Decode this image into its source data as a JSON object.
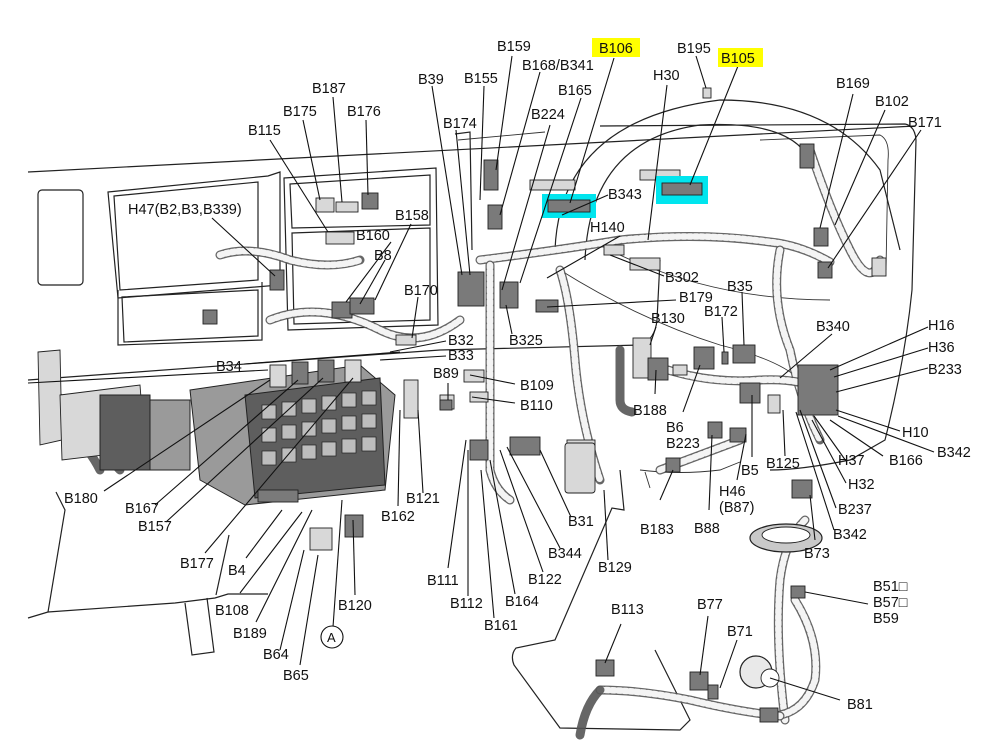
{
  "diagram": {
    "title": "Instrument panel harness connector locations",
    "highlight_color": "#ffff00",
    "connector_highlight_color": "#00e5ee",
    "highlighted_connectors": [
      "B106",
      "B105"
    ],
    "callout_marker": "A",
    "labels": [
      {
        "id": "B159",
        "text": "B159"
      },
      {
        "id": "B106",
        "text": "B106",
        "highlighted": true
      },
      {
        "id": "B195",
        "text": "B195"
      },
      {
        "id": "B105",
        "text": "B105",
        "highlighted": true
      },
      {
        "id": "B168-B341",
        "text": "B168/B341"
      },
      {
        "id": "B155",
        "text": "B155"
      },
      {
        "id": "B39",
        "text": "B39"
      },
      {
        "id": "B187",
        "text": "B187"
      },
      {
        "id": "H30",
        "text": "H30"
      },
      {
        "id": "B165",
        "text": "B165"
      },
      {
        "id": "B169",
        "text": "B169"
      },
      {
        "id": "B175",
        "text": "B175"
      },
      {
        "id": "B176",
        "text": "B176"
      },
      {
        "id": "B174",
        "text": "B174"
      },
      {
        "id": "B224",
        "text": "B224"
      },
      {
        "id": "B102",
        "text": "B102"
      },
      {
        "id": "B115",
        "text": "B115"
      },
      {
        "id": "B171",
        "text": "B171"
      },
      {
        "id": "B343",
        "text": "B343"
      },
      {
        "id": "H47",
        "text": "H47(B2,B3,B339)"
      },
      {
        "id": "B158",
        "text": "B158"
      },
      {
        "id": "H140",
        "text": "H140"
      },
      {
        "id": "B160",
        "text": "B160"
      },
      {
        "id": "B8",
        "text": "B8"
      },
      {
        "id": "B302",
        "text": "B302"
      },
      {
        "id": "B35",
        "text": "B35"
      },
      {
        "id": "B170",
        "text": "B170"
      },
      {
        "id": "B179",
        "text": "B179"
      },
      {
        "id": "B130",
        "text": "B130"
      },
      {
        "id": "B172",
        "text": "B172"
      },
      {
        "id": "B340",
        "text": "B340"
      },
      {
        "id": "H16",
        "text": "H16"
      },
      {
        "id": "B32",
        "text": "B32"
      },
      {
        "id": "B325",
        "text": "B325"
      },
      {
        "id": "B33",
        "text": "B33"
      },
      {
        "id": "H36",
        "text": "H36"
      },
      {
        "id": "B34",
        "text": "B34"
      },
      {
        "id": "B89",
        "text": "B89"
      },
      {
        "id": "B233",
        "text": "B233"
      },
      {
        "id": "B109",
        "text": "B109"
      },
      {
        "id": "B110",
        "text": "B110"
      },
      {
        "id": "B188",
        "text": "B188"
      },
      {
        "id": "B6",
        "text": "B6"
      },
      {
        "id": "B223",
        "text": "B223"
      },
      {
        "id": "H10",
        "text": "H10"
      },
      {
        "id": "B342a",
        "text": "B342"
      },
      {
        "id": "H37",
        "text": "H37"
      },
      {
        "id": "B166",
        "text": "B166"
      },
      {
        "id": "B125",
        "text": "B125"
      },
      {
        "id": "B5",
        "text": "B5"
      },
      {
        "id": "B180",
        "text": "B180"
      },
      {
        "id": "B121",
        "text": "B121"
      },
      {
        "id": "H46",
        "text": "H46"
      },
      {
        "id": "H46-sub",
        "text": "(B87)"
      },
      {
        "id": "H32",
        "text": "H32"
      },
      {
        "id": "B167",
        "text": "B167"
      },
      {
        "id": "B162",
        "text": "B162"
      },
      {
        "id": "B157",
        "text": "B157"
      },
      {
        "id": "B31",
        "text": "B31"
      },
      {
        "id": "B183",
        "text": "B183"
      },
      {
        "id": "B88",
        "text": "B88"
      },
      {
        "id": "B237",
        "text": "B237"
      },
      {
        "id": "B342b",
        "text": "B342"
      },
      {
        "id": "B344",
        "text": "B344"
      },
      {
        "id": "B73",
        "text": "B73"
      },
      {
        "id": "B177",
        "text": "B177"
      },
      {
        "id": "B4",
        "text": "B4"
      },
      {
        "id": "B129",
        "text": "B129"
      },
      {
        "id": "B122",
        "text": "B122"
      },
      {
        "id": "B111",
        "text": "B111"
      },
      {
        "id": "B51",
        "text": "B51□"
      },
      {
        "id": "B57",
        "text": "B57□"
      },
      {
        "id": "B59",
        "text": "B59"
      },
      {
        "id": "B108",
        "text": "B108"
      },
      {
        "id": "B164",
        "text": "B164"
      },
      {
        "id": "B112",
        "text": "B112"
      },
      {
        "id": "B120",
        "text": "B120"
      },
      {
        "id": "B113",
        "text": "B113"
      },
      {
        "id": "B77",
        "text": "B77"
      },
      {
        "id": "B189",
        "text": "B189"
      },
      {
        "id": "B161",
        "text": "B161"
      },
      {
        "id": "B71",
        "text": "B71"
      },
      {
        "id": "B64",
        "text": "B64"
      },
      {
        "id": "B65",
        "text": "B65"
      },
      {
        "id": "B81",
        "text": "B81"
      }
    ]
  }
}
